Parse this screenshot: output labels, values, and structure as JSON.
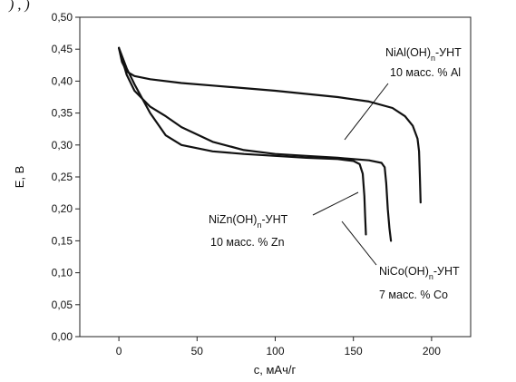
{
  "partial_top_text": ") ,              )",
  "chart_data": {
    "type": "line",
    "xlabel": "c, мАч/г",
    "ylabel": "E, В",
    "xlim": [
      -25,
      225
    ],
    "ylim": [
      0,
      0.5
    ],
    "x_ticks": [
      "0",
      "50",
      "100",
      "150",
      "200"
    ],
    "x_tick_values": [
      0,
      50,
      100,
      150,
      200
    ],
    "y_ticks": [
      "0,00",
      "0,05",
      "0,10",
      "0,15",
      "0,20",
      "0,25",
      "0,30",
      "0,35",
      "0,40",
      "0,45",
      "0,50"
    ],
    "y_tick_values": [
      0,
      0.05,
      0.1,
      0.15,
      0.2,
      0.25,
      0.3,
      0.35,
      0.4,
      0.45,
      0.5
    ],
    "grid": false,
    "series": [
      {
        "name_line1": "NiAl(OH)",
        "name_sub": "n",
        "name_tail": "-УНТ",
        "name_line2": "10 масс. % Al",
        "x": [
          0,
          2,
          5,
          10,
          20,
          40,
          60,
          80,
          100,
          120,
          140,
          160,
          175,
          183,
          188,
          191,
          192,
          192.5,
          193
        ],
        "y": [
          0.452,
          0.43,
          0.415,
          0.408,
          0.403,
          0.397,
          0.393,
          0.389,
          0.385,
          0.38,
          0.375,
          0.368,
          0.358,
          0.345,
          0.33,
          0.31,
          0.29,
          0.25,
          0.21
        ]
      },
      {
        "name_line1": "NiCo(OH)",
        "name_sub": "n",
        "name_tail": "-УНТ",
        "name_line2": "7 масс. % Co",
        "x": [
          0,
          5,
          10,
          20,
          30,
          40,
          60,
          80,
          100,
          120,
          140,
          160,
          168,
          170,
          171,
          172,
          173,
          174
        ],
        "y": [
          0.452,
          0.41,
          0.385,
          0.36,
          0.345,
          0.328,
          0.305,
          0.292,
          0.286,
          0.283,
          0.28,
          0.276,
          0.272,
          0.265,
          0.24,
          0.2,
          0.17,
          0.15
        ]
      },
      {
        "name_line1": "NiZn(OH)",
        "name_sub": "n",
        "name_tail": "-УНТ",
        "name_line2": "10 масс. % Zn",
        "x": [
          0,
          5,
          10,
          20,
          30,
          40,
          60,
          80,
          100,
          120,
          140,
          150,
          154,
          156,
          157,
          157.5,
          158
        ],
        "y": [
          0.452,
          0.42,
          0.395,
          0.35,
          0.315,
          0.3,
          0.29,
          0.286,
          0.283,
          0.28,
          0.278,
          0.275,
          0.27,
          0.255,
          0.22,
          0.19,
          0.16
        ]
      }
    ]
  }
}
